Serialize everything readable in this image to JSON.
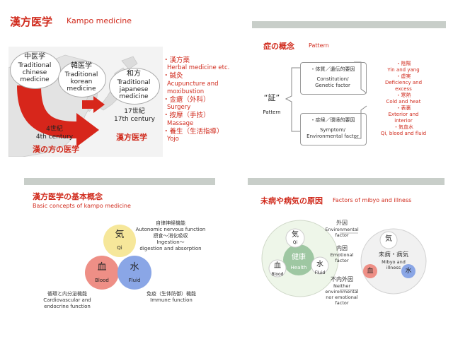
{
  "panel1": {
    "title_jp": "漢方医学",
    "title_en": "Kampo medicine",
    "chinese": {
      "jp": "中医学",
      "en1": "Traditional",
      "en2": "chinese",
      "en3": "medicine"
    },
    "korean": {
      "jp": "韓医学",
      "en1": "Traditional",
      "en2": "korean",
      "en3": "medicine"
    },
    "japanese": {
      "jp": "和方",
      "en1": "Traditional",
      "en2": "japanese",
      "en3": "medicine"
    },
    "century4_jp": "4世紀",
    "century4_en": "4th century",
    "century17_jp": "17世紀",
    "century17_en": "17th century",
    "han_label": "漢の方の医学",
    "kampo_label": "漢方医学",
    "items": [
      "・漢方薬",
      "Herbal medicine etc.",
      "・鍼灸",
      "Acupuncture and",
      "moxibustion",
      "・金瘡（外科）",
      "Surgery",
      "・按摩（手技）",
      "Massage",
      "・養生（生活指導）",
      "Yojo"
    ]
  },
  "panel2": {
    "title_jp": "症の概念",
    "title_en": "Pattern",
    "sho_jp": "“証”",
    "sho_en": "Pattern",
    "box1_jp": "・体質／遺伝的要因",
    "box1_en1": "Constitution/",
    "box1_en2": "Genetic factor",
    "box2_jp": "・症候／環境的要因",
    "box2_en1": "Symptom/",
    "box2_en2": "Environmental factor",
    "right": [
      "・陰陽",
      "Yin and yang",
      "・虚実",
      "Deficiency and",
      "excess",
      "・寒熱",
      "Cold and heat",
      "・表裏",
      "Exterior and",
      "interior",
      "・気血水",
      "Qi, blood and fluid"
    ]
  },
  "panel3": {
    "title_jp": "漢方医学の基本概念",
    "title_en": "Basic concepts of kampo medicine",
    "autonomic_jp": "自律神経機能",
    "autonomic_en": "Autonomic nervous function",
    "ingest_jp": "摂食～消化吸収",
    "ingest_en1": "Ingestion～",
    "ingest_en2": "digestion and absorption",
    "qi_jp": "気",
    "qi_en": "Qi",
    "blood_jp": "血",
    "blood_en": "Blood",
    "fluid_jp": "水",
    "fluid_en": "Fluid",
    "cardio_jp": "循環と内分泌機能",
    "cardio_en1": "Cardiovascular and",
    "cardio_en2": "endocrine function",
    "immune_jp": "免疫（生体防御）機能",
    "immune_en": "Immune function"
  },
  "panel4": {
    "title_jp": "未病や病気の原因",
    "title_en": "Factors of mibyo and illness",
    "external_jp": "外因",
    "external_en1": "Environmental",
    "external_en2": "factor",
    "internal_jp": "内因",
    "internal_en1": "Emotional",
    "internal_en2": "factor",
    "neither_jp": "不内外因",
    "neither_en": [
      "Neither",
      "environmental",
      "nor emotional",
      "factor"
    ],
    "health_jp": "健康",
    "health_en": "Health",
    "qi_jp": "気",
    "qi_en": "Qi",
    "blood_jp": "血",
    "blood_en": "Blood",
    "fluid_jp": "水",
    "fluid_en": "Fluid",
    "ill_qi": "気",
    "ill_jp": "未病・病気",
    "ill_en1": "Mibyo and",
    "ill_en2": "illness",
    "ill_blood": "血",
    "ill_fluid": "水"
  }
}
